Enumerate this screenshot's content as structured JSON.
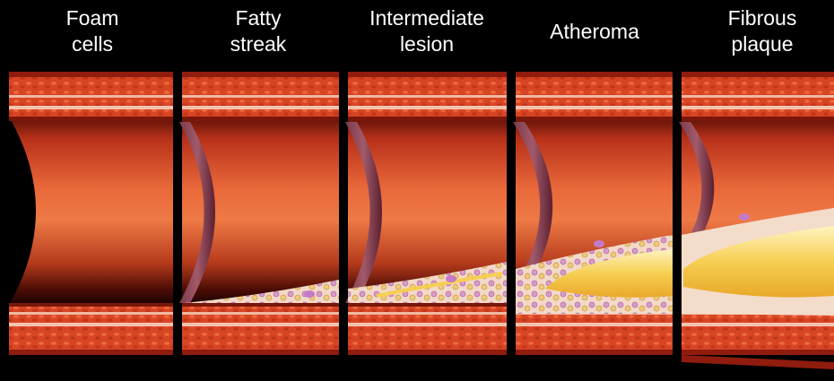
{
  "figure": {
    "stages": [
      {
        "id": "foam-cells",
        "line1": "Foam",
        "line2": "cells"
      },
      {
        "id": "fatty-streak",
        "line1": "Fatty",
        "line2": "streak"
      },
      {
        "id": "intermediate-lesion",
        "line1": "Intermediate",
        "line2": "lesion"
      },
      {
        "id": "atheroma",
        "line1": "Atheroma",
        "line2": ""
      },
      {
        "id": "fibrous-plaque",
        "line1": "Fibrous",
        "line2": "plaque"
      }
    ]
  }
}
